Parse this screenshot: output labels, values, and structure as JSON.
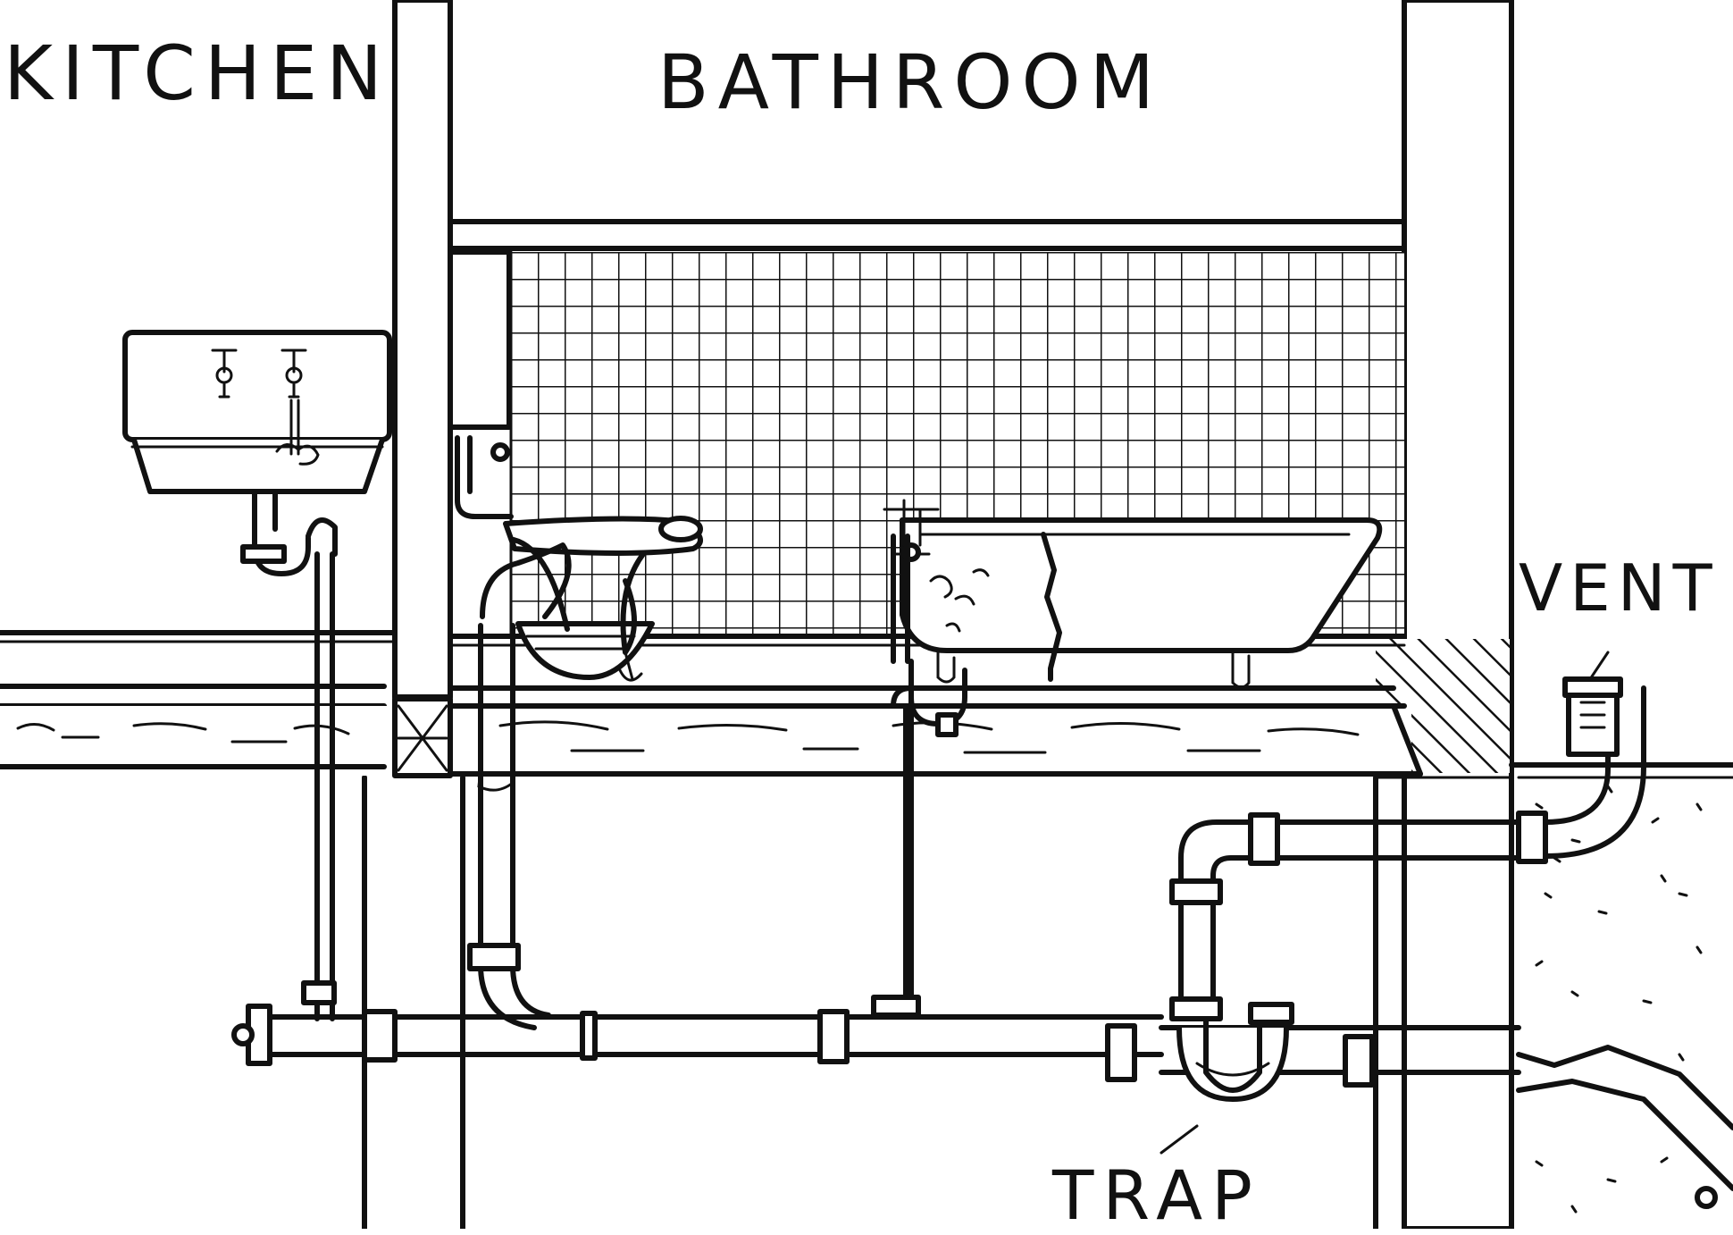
{
  "labels": {
    "kitchen": "KITCHEN",
    "bathroom": "BATHROOM",
    "vent": "VENT",
    "trap": "TRAP"
  },
  "colors": {
    "ink": "#111111",
    "paper": "#ffffff"
  }
}
